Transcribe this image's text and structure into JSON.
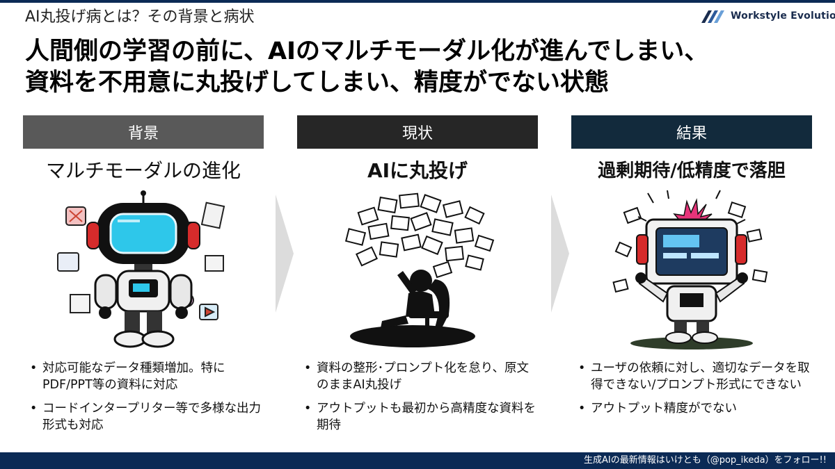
{
  "page": {
    "subtitle": "AI丸投げ病とは？その背景と病状",
    "logo_text": "Workstyle Evolution",
    "headline_line1": "人間側の学習の前に、AIのマルチモーダル化が進んでしまい、",
    "headline_line2": "資料を不用意に丸投げしてしまい、精度がでない状態"
  },
  "columns": [
    {
      "header": "背景",
      "title": "マルチモーダルの進化",
      "icon": "robot-multimodal-illustration",
      "bullets": [
        "対応可能なデータ種類増加。特にPDF/PPT等の資料に対応",
        "コードインタープリター等で多様な出力形式も対応"
      ]
    },
    {
      "header": "現状",
      "title": "AIに丸投げ",
      "icon": "person-throwing-papers-illustration",
      "bullets": [
        "資料の整形･プロンプト化を怠り、原文のままAI丸投げ",
        "アウトプットも最初から高精度な資料を期待"
      ]
    },
    {
      "header": "結果",
      "title": "過剰期待/低精度で落胆",
      "icon": "broken-robot-illustration",
      "bullets": [
        "ユーザの依頼に対し、適切なデータを取得できない/プロンプト形式にできない",
        "アウトプット精度がでない"
      ]
    }
  ],
  "footer": {
    "text": "生成AIの最新情報はいけとも（@pop_ikeda）をフォロー!!"
  },
  "colors": {
    "brand_navy": "#0b2a55",
    "header_bg_1": "#595959",
    "header_bg_2": "#262626",
    "header_bg_3": "#122a3c",
    "arrow_gray": "#dcdcdc"
  }
}
